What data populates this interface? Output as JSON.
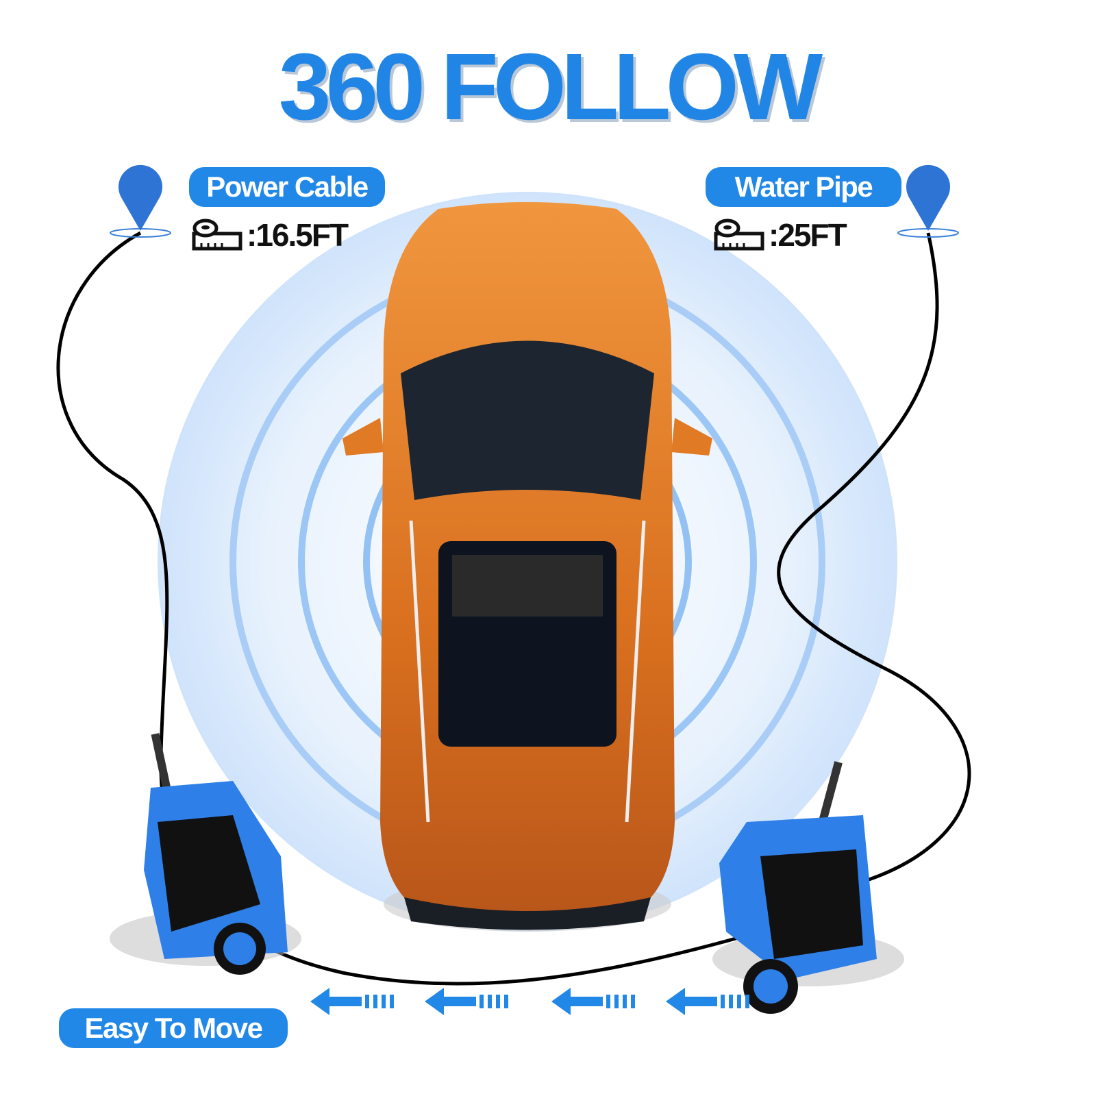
{
  "title": "360 FOLLOW",
  "power_cable": {
    "label": "Power Cable",
    "length": ":16.5FT"
  },
  "water_pipe": {
    "label": "Water Pipe",
    "length": ":25FT"
  },
  "footer": {
    "label": "Easy To Move"
  },
  "colors": {
    "accent": "#2188e8",
    "car": "#e07a25",
    "washer": "#2e7fe8"
  }
}
